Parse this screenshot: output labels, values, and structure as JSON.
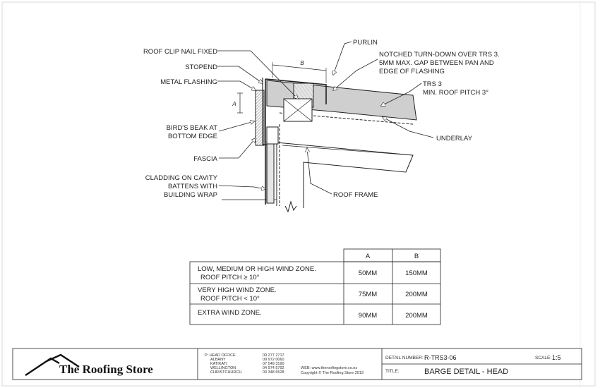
{
  "labels": {
    "roof_clip": "ROOF CLIP NAIL FIXED",
    "stopend": "STOPEND",
    "metal_flashing": "METAL FLASHING",
    "birds_beak_1": "BIRD'S BEAK AT",
    "birds_beak_2": "BOTTOM EDGE",
    "fascia": "FASCIA",
    "cladding_1": "CLADDING ON CAVITY",
    "cladding_2": "BATTENS WITH",
    "cladding_3": "BUILDING WRAP",
    "purlin": "PURLIN",
    "notched_1": "NOTCHED TURN-DOWN OVER TRS 3.",
    "notched_2": "5MM MAX. GAP BETWEEN PAN AND",
    "notched_3": "EDGE OF FLASHING",
    "trs_1": "TRS 3",
    "trs_2": "MIN. ROOF PITCH 3°",
    "underlay": "UNDERLAY",
    "roof_frame": "ROOF FRAME",
    "dim_a": "A",
    "dim_b": "B"
  },
  "table": {
    "headers": [
      "A",
      "B"
    ],
    "rows": [
      {
        "line1": "LOW, MEDIUM OR HIGH WIND ZONE.",
        "line2": "ROOF PITCH ≥ 10°",
        "a": "50MM",
        "b": "150MM"
      },
      {
        "line1": "VERY HIGH WIND ZONE.",
        "line2": "ROOF PITCH < 10°",
        "a": "75MM",
        "b": "200MM"
      },
      {
        "line1": "EXTRA WIND ZONE.",
        "line2": "",
        "a": "90MM",
        "b": "200MM"
      }
    ]
  },
  "title_block": {
    "brand": "The Roofing Store",
    "offices": [
      "P: HEAD OFFICE",
      "ALBANY",
      "KATIKATI",
      "WELLINGTON",
      "CHRISTCHURCH"
    ],
    "phones": [
      "09 277 2717",
      "09 972 0060",
      "07 549 3190",
      "04 974 5792",
      "03 348 6528"
    ],
    "web": "WEB: www.theroofingstore.co.nz",
    "copyright": "Copyright © The Roofing Store 2013",
    "detail_label": "DETAIL NUMBER:",
    "detail_value": "R-TRS3-06",
    "scale_label": "SCALE:",
    "scale_value": "1:5",
    "title_label": "TITLE:",
    "title_value": "BARGE DETAIL - HEAD"
  },
  "colors": {
    "line": "#222222",
    "fill_grey": "#cfcfcf",
    "fill_light": "#e6e6e6"
  }
}
